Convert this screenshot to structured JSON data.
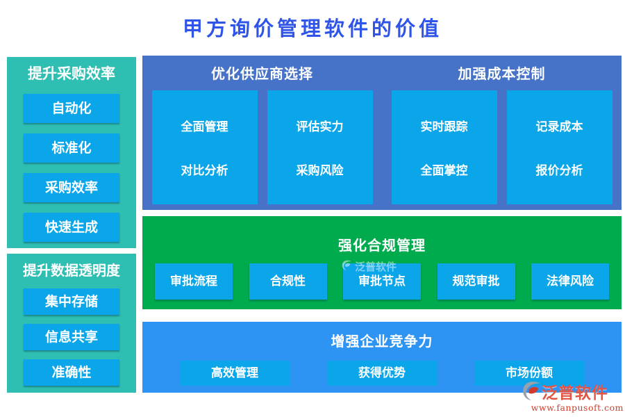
{
  "title": "甲方询价管理软件的价值",
  "colors": {
    "title_blue": "#2f55e8",
    "sidebar_teal": "#2ebfb2",
    "top_indigo": "#4673c8",
    "box_cyan": "#0aa6e9",
    "compliance_green": "#00ab4e",
    "competitiveness_blue": "#2d94f3",
    "logo_red": "#d23c2a",
    "text_white": "#ffffff"
  },
  "sidebar": {
    "sections": [
      {
        "header": "提升采购效率",
        "items": [
          "自动化",
          "标准化",
          "采购效率",
          "快速生成"
        ]
      },
      {
        "header": "提升数据透明度",
        "items": [
          "集中存储",
          "信息共享",
          "准确性"
        ]
      }
    ]
  },
  "main": {
    "supplier": {
      "header": "优化供应商选择",
      "boxes": [
        {
          "line1": "全面管理",
          "line2": "对比分析"
        },
        {
          "line1": "评估实力",
          "line2": "采购风险"
        }
      ]
    },
    "cost": {
      "header": "加强成本控制",
      "boxes": [
        {
          "line1": "实时跟踪",
          "line2": "全面掌控"
        },
        {
          "line1": "记录成本",
          "line2": "报价分析"
        }
      ]
    },
    "compliance": {
      "header": "强化合规管理",
      "items": [
        "审批流程",
        "合规性",
        "审批节点",
        "规范审批",
        "法律风险"
      ]
    },
    "competitiveness": {
      "header": "增强企业竞争力",
      "items": [
        "高效管理",
        "获得优势",
        "市场份额"
      ]
    }
  },
  "watermark": {
    "text": "泛普软件"
  },
  "logo": {
    "brand": "泛普软件",
    "website": "www.fanpusoft.com"
  }
}
